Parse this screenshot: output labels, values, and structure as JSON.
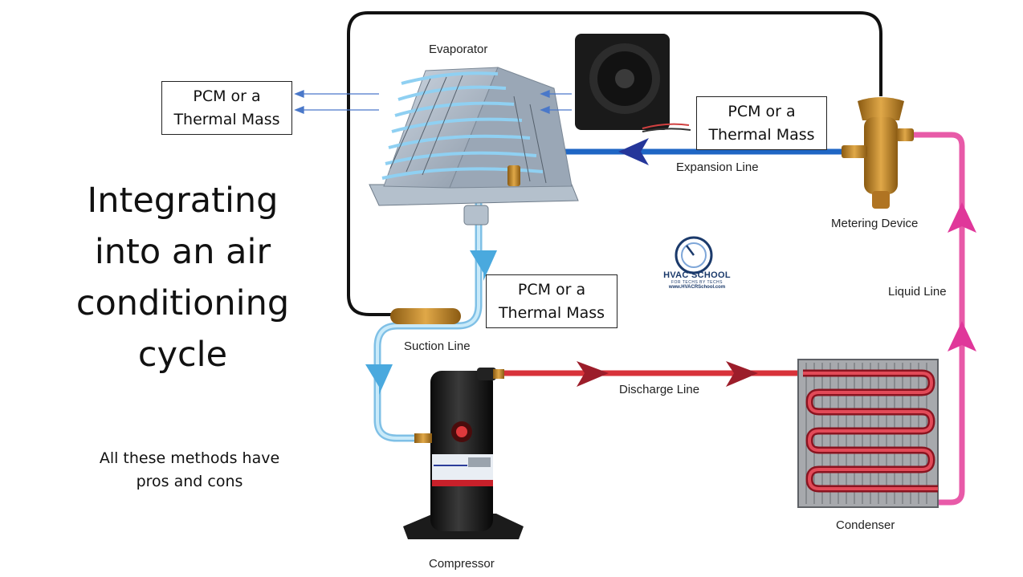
{
  "slide": {
    "title_lines": [
      "Integrating",
      "into an air",
      "conditioning",
      "cycle"
    ],
    "note_lines": [
      "All these methods have",
      "pros and cons"
    ]
  },
  "pcm_boxes": [
    {
      "id": "evaporator-air-side",
      "lines": [
        "PCM or a",
        "Thermal Mass"
      ]
    },
    {
      "id": "expansion-line",
      "lines": [
        "PCM or a",
        "Thermal Mass"
      ]
    },
    {
      "id": "suction-line",
      "lines": [
        "PCM or a",
        "Thermal Mass"
      ]
    }
  ],
  "components": {
    "evaporator": "Evaporator",
    "metering_device": "Metering Device",
    "compressor": "Compressor",
    "condenser": "Condenser"
  },
  "lines": {
    "expansion": "Expansion Line",
    "suction": "Suction Line",
    "discharge": "Discharge Line",
    "liquid": "Liquid Line"
  },
  "brand": {
    "name": "HVAC SCHOOL",
    "tagline": "FOR TECHS BY TECHS",
    "url": "www.HVACRSchool.com"
  },
  "colors": {
    "suction_line": "#9fd4ef",
    "expansion_line": "#1f66c4",
    "discharge_line": "#d8323a",
    "liquid_line": "#e85aa8",
    "control_wire": "#111111",
    "metering_device": "#c98a2b",
    "air_arrow": "#4a78c9"
  }
}
